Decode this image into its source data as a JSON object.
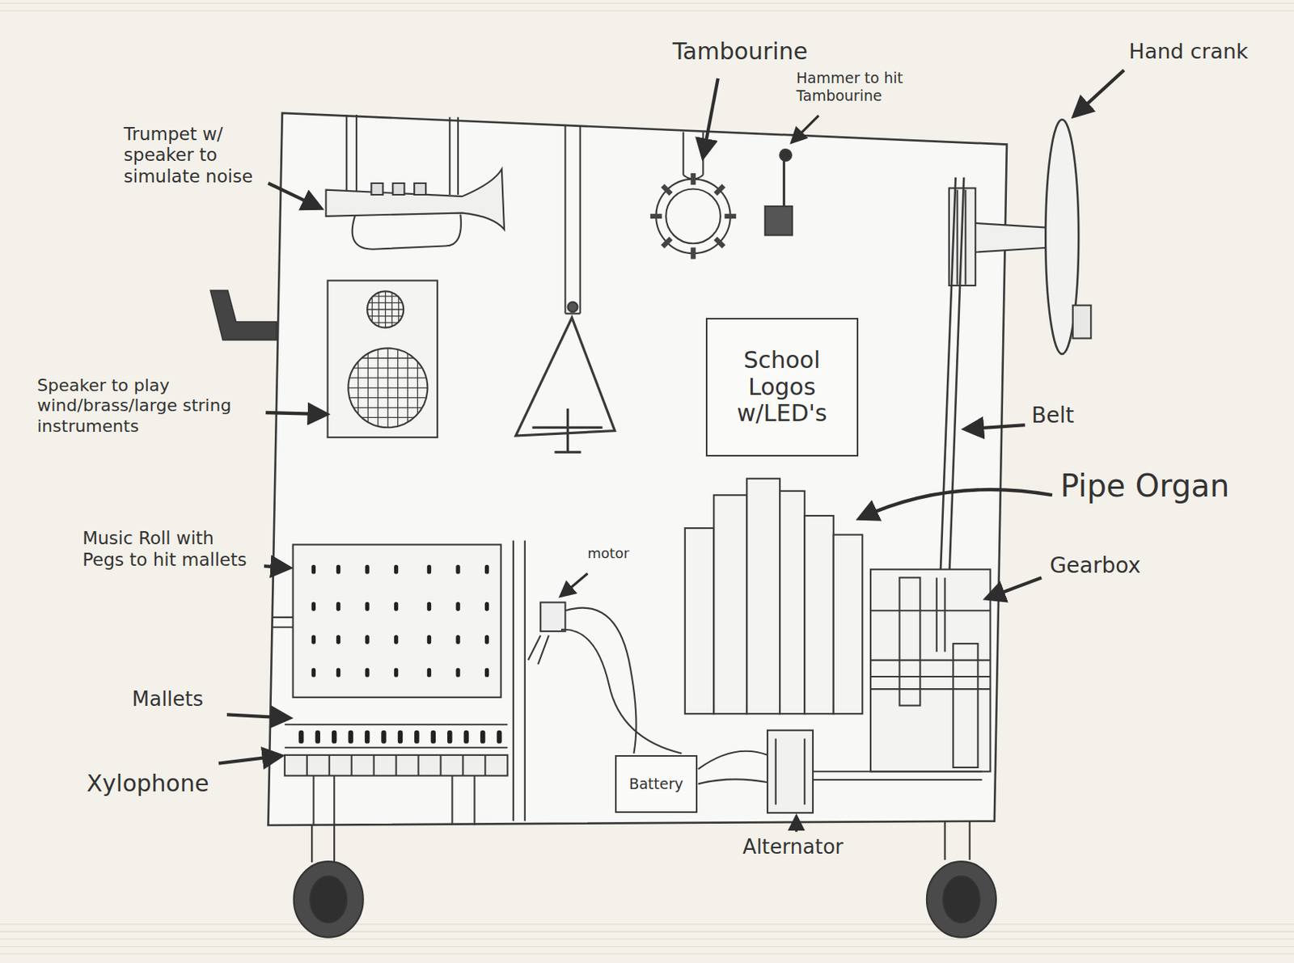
{
  "diagram": {
    "nodes": [
      {
        "text": [
          "School Logos w/LED's"
        ]
      },
      {
        "text": [
          "Battery"
        ]
      }
    ],
    "labels": [
      "Tambourine",
      "Hammer to hit Tambourine",
      "Hand crank",
      "Trumpet w/ speaker to simulate noise",
      "Speaker to play wind/brass/large string instruments",
      "Belt",
      "Pipe Organ",
      "Music Roll with Pegs to hit mallets",
      "motor",
      "Gearbox",
      "Mallets",
      "Xylophone",
      "Alternator"
    ]
  }
}
